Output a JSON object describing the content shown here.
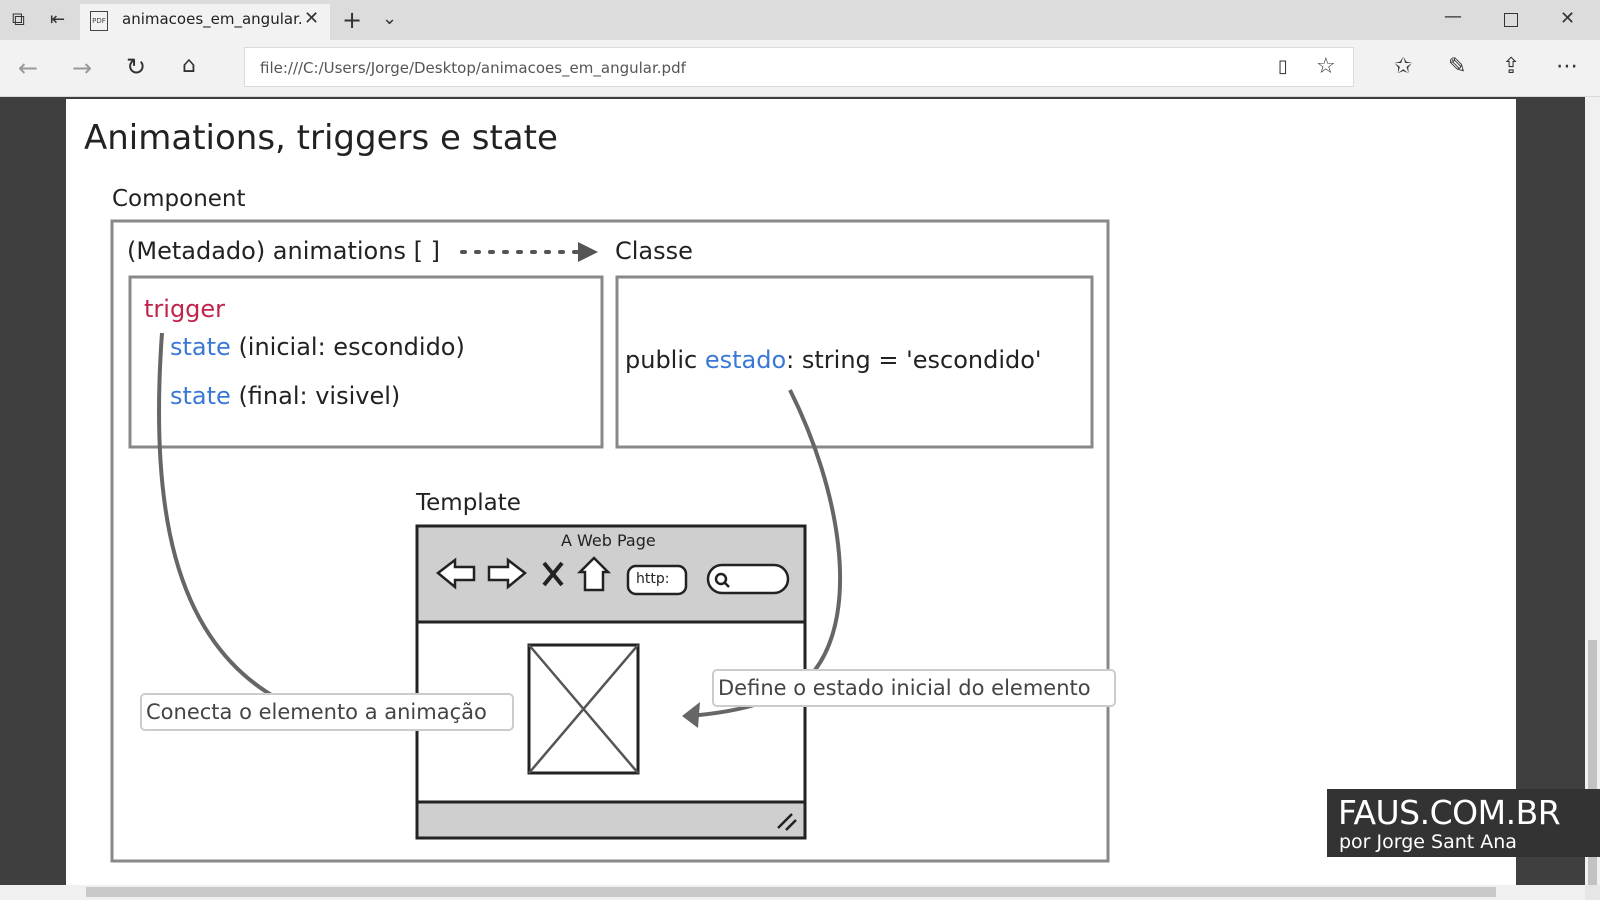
{
  "browser": {
    "tab_title": "animacoes_em_angular.",
    "address": "file:///C:/Users/Jorge/Desktop/animacoes_em_angular.pdf"
  },
  "slide": {
    "title": "Animations, triggers e state",
    "component_label": "Component",
    "metadata_label": "(Metadado) animations [ ]",
    "class_label": "Classe",
    "trigger": "trigger",
    "state_kw": "state",
    "state1_rest": "(inicial: escondido)",
    "state2_rest": "(final: visivel)",
    "code_public": "public ",
    "code_estado": "estado",
    "code_rest": ": string = 'escondido'",
    "template_label": "Template",
    "webpage_title": "A Web Page",
    "http_label": "http:",
    "note_left": "Conecta o elemento a animação",
    "note_right": "Define o estado inicial do elemento"
  },
  "watermark": {
    "line1": "FAUS.COM.BR",
    "line2": "por Jorge Sant Ana"
  },
  "colors": {
    "trigger": "#c0244a",
    "keyword": "#3a78d6"
  }
}
